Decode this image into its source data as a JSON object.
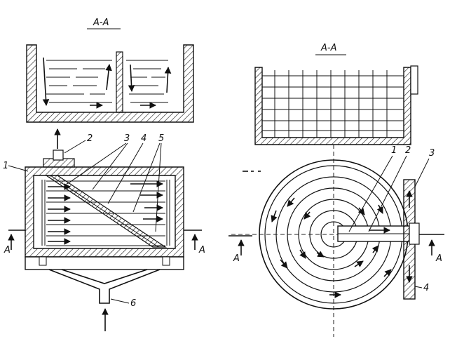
{
  "left_view": {
    "section_label": "А-А",
    "callouts": [
      "1",
      "2",
      "3",
      "4",
      "5",
      "6"
    ],
    "section_marks": [
      "А",
      "А"
    ]
  },
  "right_view": {
    "section_label": "А-А",
    "callouts": [
      "1",
      "2",
      "3",
      "4"
    ],
    "section_marks": [
      "А",
      "А"
    ]
  },
  "icons": [
    "arrow-icon",
    "hatch-pattern"
  ]
}
